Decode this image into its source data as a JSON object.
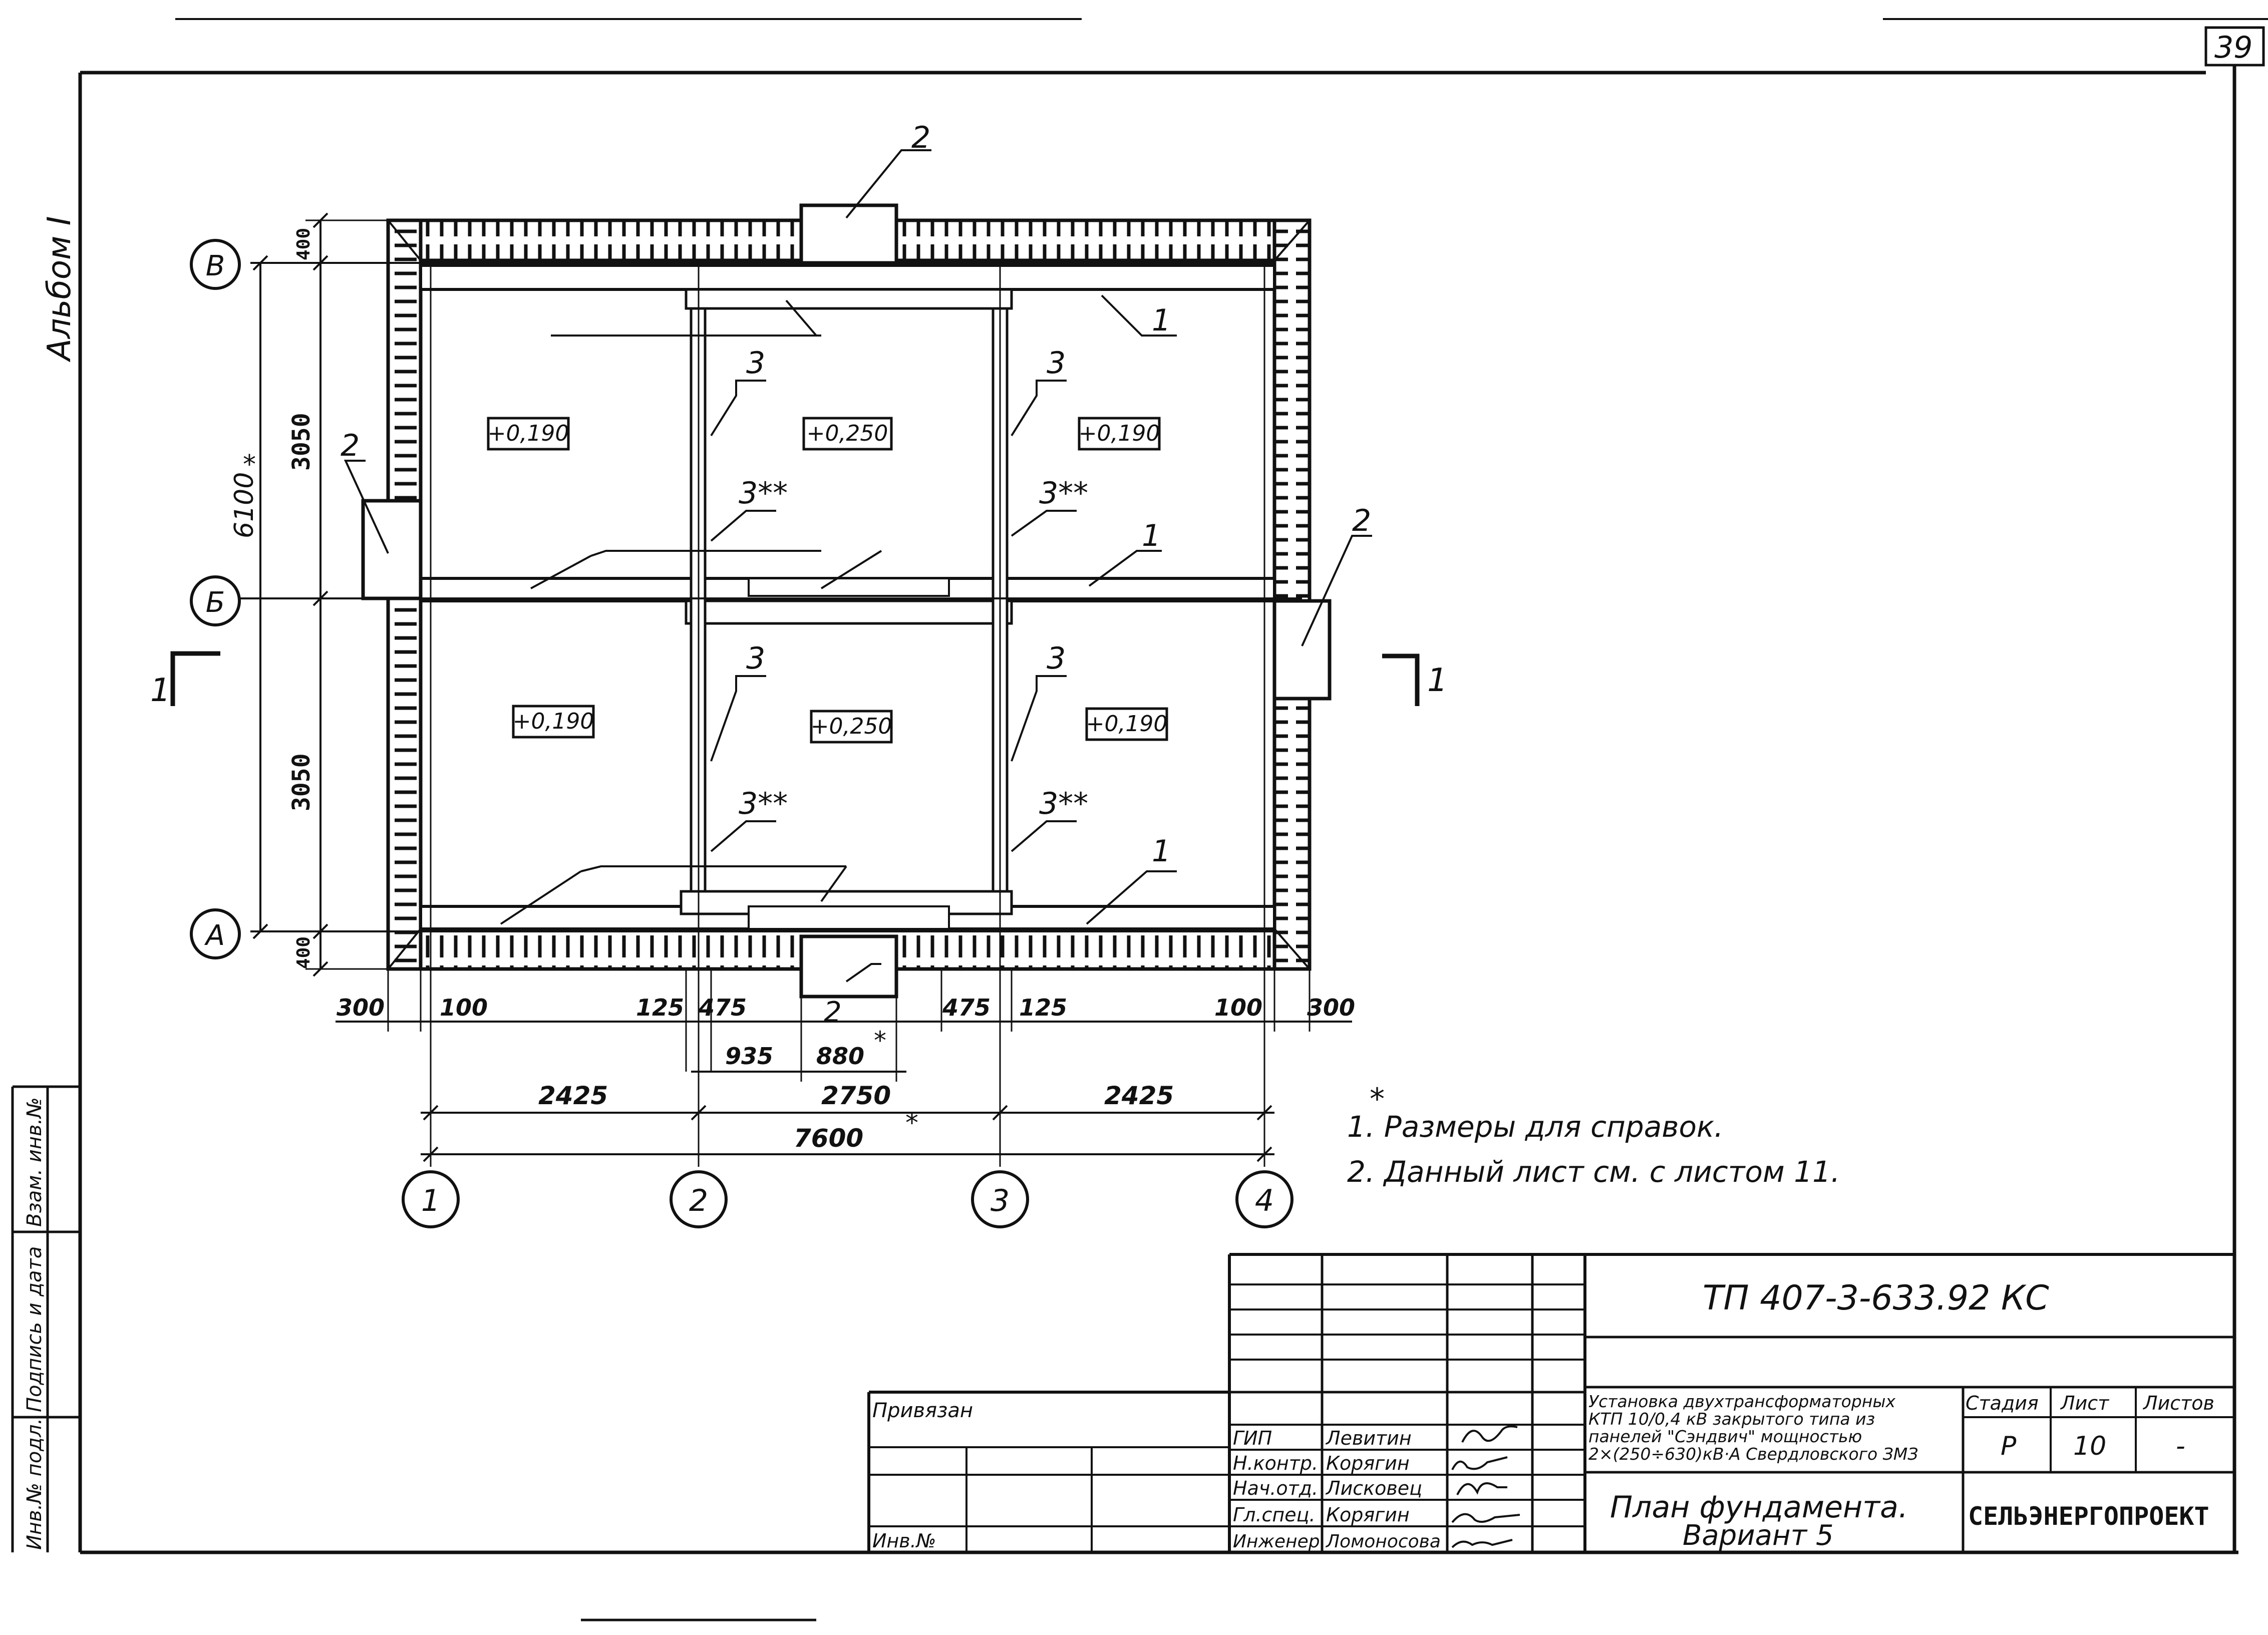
{
  "page": {
    "sheet_number": "39",
    "album": "Альбом I"
  },
  "plan": {
    "axes_letters": [
      "В",
      "Б",
      "А"
    ],
    "axes_numbers": [
      "1",
      "2",
      "3",
      "4"
    ],
    "section_mark": "1",
    "elevations": [
      "+0,190",
      "+0,250",
      "+0,190",
      "+0,190",
      "+0,250",
      "+0,190"
    ],
    "callouts": {
      "foundation_block": "1",
      "pit": "2",
      "wall": "3",
      "wall_ref": "3**"
    },
    "dims": {
      "vertical_top": "400",
      "vertical_bay1": "3050",
      "vertical_bay2": "3050",
      "vertical_bottom": "400",
      "vertical_total": "6100",
      "vertical_total_star": "*",
      "row1": [
        "300",
        "100",
        "125",
        "475",
        "475",
        "125",
        "100",
        "300"
      ],
      "row2_left": "935",
      "row2_pit": "880",
      "row2_star": "*",
      "row3": [
        "2425",
        "2750",
        "2425"
      ],
      "total": "7600",
      "total_star": "*"
    }
  },
  "notes": {
    "star": "*",
    "items": [
      "1. Размеры для справок.",
      "2. Данный лист см. с листом 11."
    ]
  },
  "side_stamp": {
    "cells": [
      "Инв.№ подл.",
      "Подпись и дата",
      "Взам. инв.№"
    ]
  },
  "title_block": {
    "code": "ТП 407-3-633.92 КС",
    "tied_label": "Привязан",
    "inv_label": "Инв.№",
    "roles": [
      "ГИП",
      "Н.контр.",
      "Нач.отд.",
      "Гл.спец.",
      "Инженер"
    ],
    "names": [
      "Левитин",
      "Корягин",
      "Лисковец",
      "Корягин",
      "Ломоносова"
    ],
    "description": [
      "Установка двухтрансформаторных",
      "КТП 10/0,4 кВ закрытого типа из",
      "панелей \"Сэндвич\" мощностью",
      "2×(250÷630)кВ·А Свердловского ЗМЗ"
    ],
    "sheet_title": [
      "План фундамента.",
      "Вариант 5"
    ],
    "stage_label": "Стадия",
    "sheet_label": "Лист",
    "sheets_label": "Листов",
    "stage": "Р",
    "sheet": "10",
    "sheets": "-",
    "org": "СЕЛЬЭНЕРГОПРОЕКТ"
  }
}
